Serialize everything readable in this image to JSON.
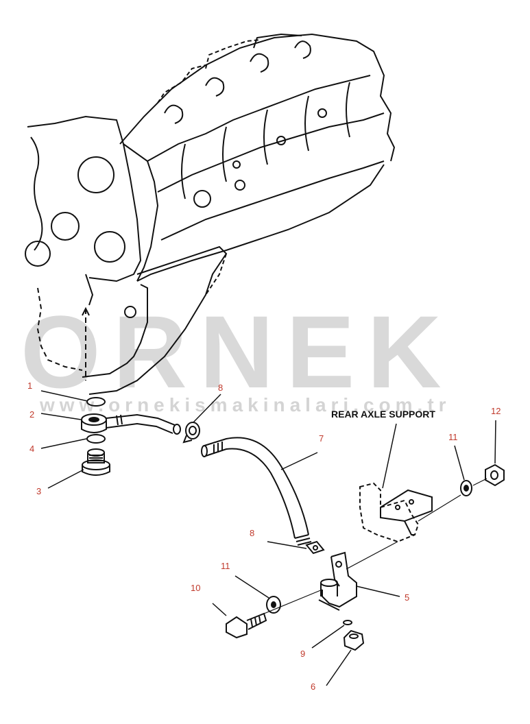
{
  "watermark": {
    "brand": "ORNEK",
    "url": "www.ornekismakinalari.com.tr"
  },
  "annotation": {
    "rear_axle_support": "REAR AXLE SUPPORT"
  },
  "callouts": {
    "c1": "1",
    "c2": "2",
    "c3": "3",
    "c4": "4",
    "c5": "5",
    "c6": "6",
    "c7": "7",
    "c8a": "8",
    "c8b": "8",
    "c9": "9",
    "c10": "10",
    "c11a": "11",
    "c11b": "11",
    "c12": "12"
  },
  "colors": {
    "line": "#111111",
    "callout": "#c0392b",
    "watermark": "#d9d9d9"
  }
}
